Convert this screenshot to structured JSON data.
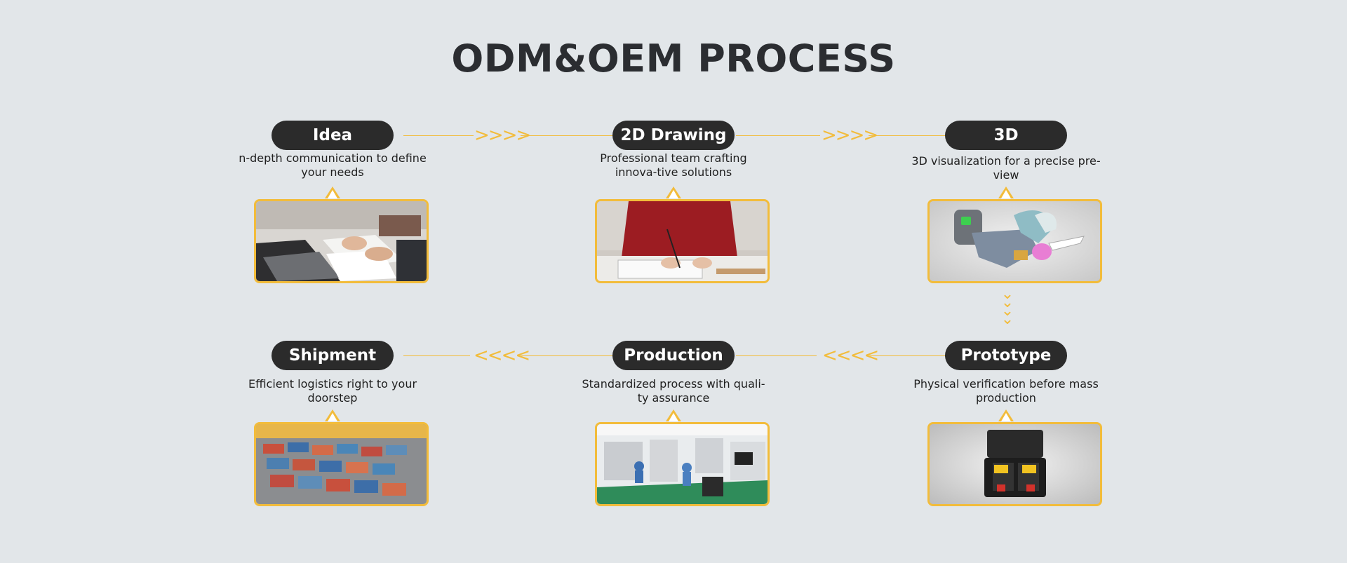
{
  "title": "ODM&OEM PROCESS",
  "accent_color": "#f2bc3b",
  "pill_color": "#2b2b2b",
  "steps": [
    {
      "label": "Idea",
      "description": "n-depth communication to define your needs",
      "image": "business-meeting-photo"
    },
    {
      "label": "2D Drawing",
      "description": "Professional team crafting innova-tive solutions",
      "image": "drawing-photo"
    },
    {
      "label": "3D",
      "description": "3D visualization for a precise pre-view",
      "image": "pruner-render-photo"
    },
    {
      "label": "Prototype",
      "description": "Physical verification before mass production",
      "image": "tool-case-photo"
    },
    {
      "label": "Production",
      "description": "Standardized process with quali-ty assurance",
      "image": "factory-photo"
    },
    {
      "label": "Shipment",
      "description": "Efficient logistics right to your doorstep",
      "image": "container-port-photo"
    }
  ],
  "arrows": {
    "right": "››››",
    "left": "‹‹‹‹",
    "down": "⌄"
  }
}
